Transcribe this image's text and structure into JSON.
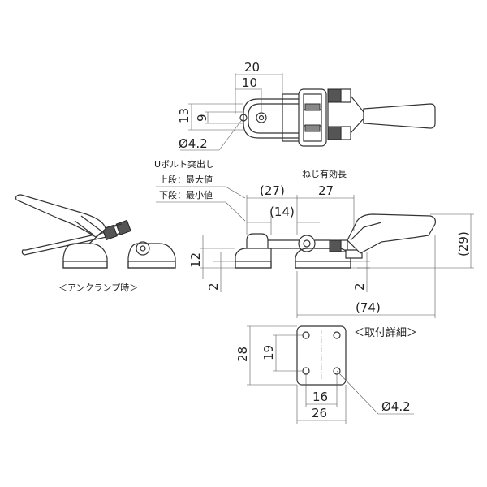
{
  "top_view": {
    "dim_20": "20",
    "dim_10": "10",
    "dim_13": "13",
    "dim_9": "9",
    "dim_hole": "Ø4.2"
  },
  "side_view": {
    "note_bolt": "Uボルト突出し",
    "note_upper": "上段：最大値",
    "note_lower": "下段：最小値",
    "note_thread": "ねじ有効長",
    "dim_27_paren": "(27)",
    "dim_27": "27",
    "dim_14_paren": "(14)",
    "dim_29_paren": "(29)",
    "dim_12": "12",
    "dim_2_left": "2",
    "dim_2_right": "2",
    "dim_74_paren": "(74)"
  },
  "clamp_view": {
    "caption": "＜アンクランプ時＞"
  },
  "mount_detail": {
    "caption": "＜取付詳細＞",
    "dim_28": "28",
    "dim_19": "19",
    "dim_16": "16",
    "dim_26": "26",
    "dim_hole": "Ø4.2"
  }
}
